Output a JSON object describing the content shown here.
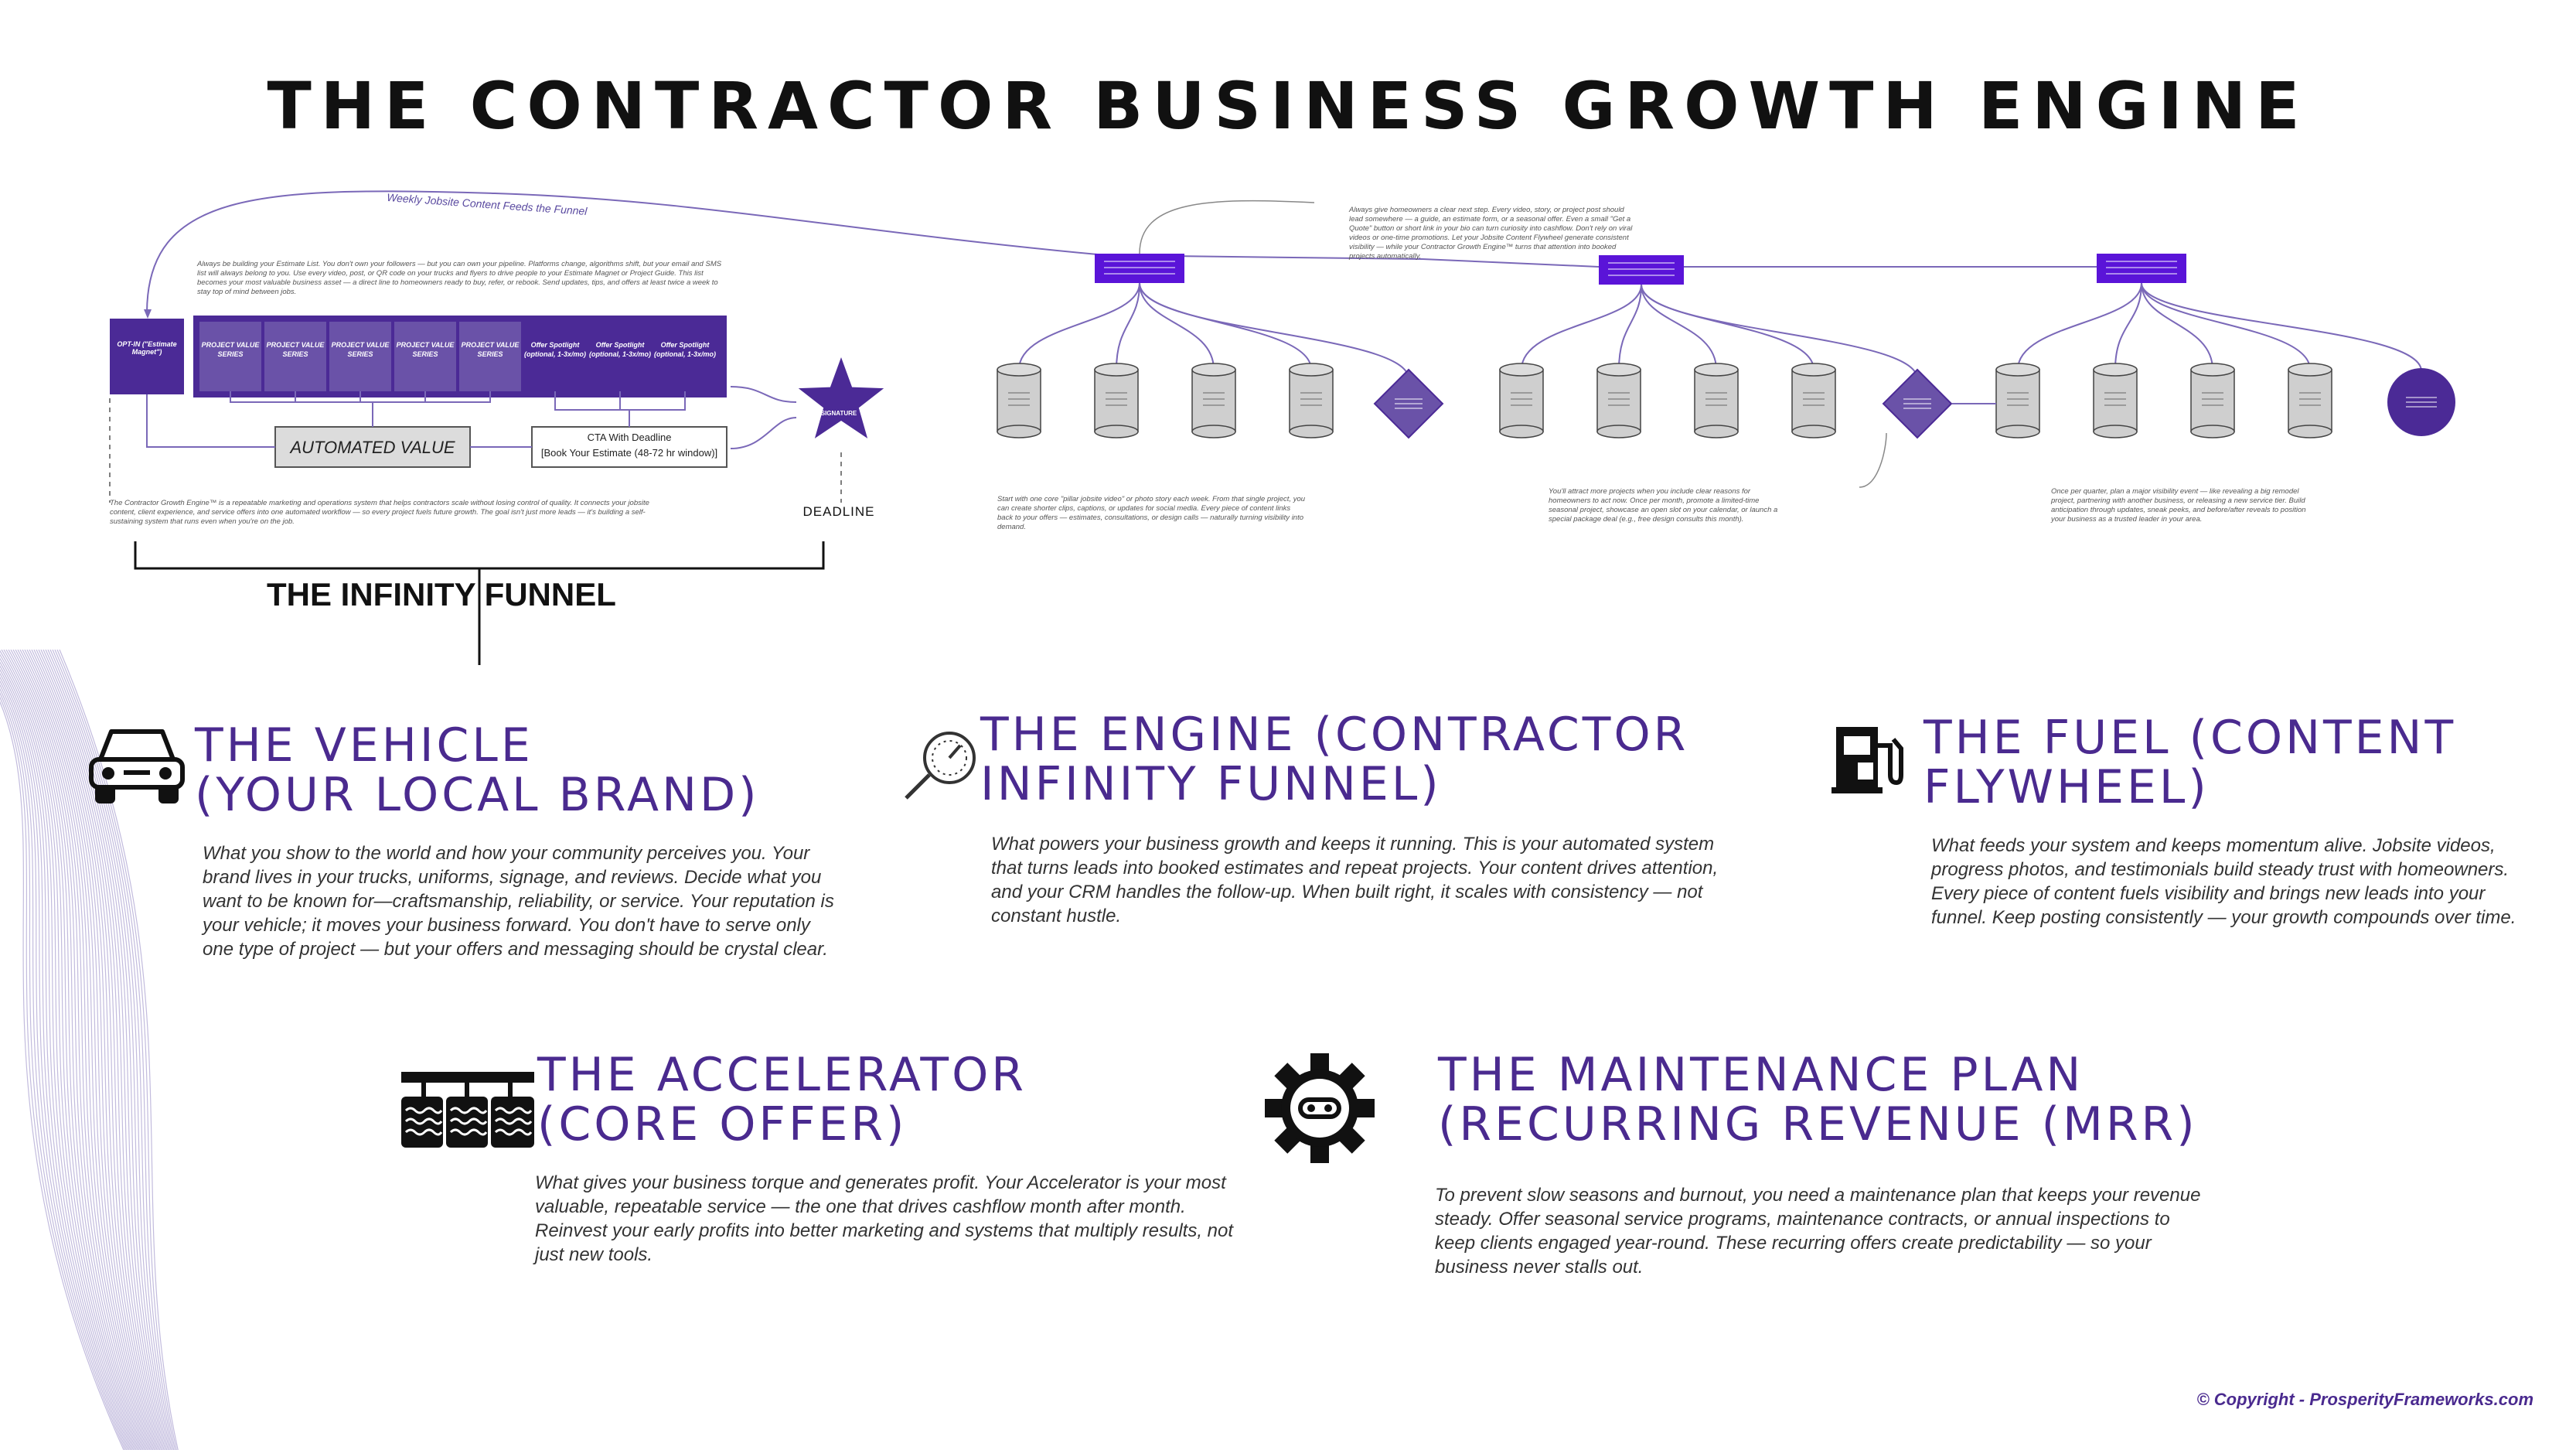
{
  "title": "THE CONTRACTOR BUSINESS GROWTH ENGINE",
  "colors": {
    "accent": "#4a2a8f",
    "box_dark": "#4b2a96",
    "box_light": "#6a52a8",
    "bright": "#5a14d8",
    "cylinder": "#cfcfcf"
  },
  "funnel": {
    "weekly_loop": "Weekly Jobsite Content Feeds the Funnel",
    "estimate_note": "Always be building your Estimate List. You don't own your followers — but you can own your pipeline. Platforms change, algorithms shift, but your email and SMS list will always belong to you. Use every video, post, or QR code on your trucks and flyers to drive people to your Estimate Magnet or Project Guide. This list becomes your most valuable business asset — a direct line to homeowners ready to buy, refer, or rebook. Send updates, tips, and offers at least twice a week to stay top of mind between jobs.",
    "optin_label": "OPT-IN (\"Estimate Magnet\")",
    "series": [
      "PROJECT VALUE SERIES",
      "PROJECT VALUE SERIES",
      "PROJECT VALUE SERIES",
      "PROJECT VALUE SERIES",
      "PROJECT VALUE SERIES",
      "Offer Spotlight (optional, 1-3x/mo)",
      "Offer Spotlight (optional, 1-3x/mo)",
      "Offer Spotlight (optional, 1-3x/mo)"
    ],
    "automated_value": "AUTOMATED VALUE",
    "cta_line1": "CTA With Deadline",
    "cta_line2": "[Book Your Estimate (48-72 hr window)]",
    "signature": "SIGNATURE",
    "deadline": "DEADLINE",
    "description": "The Contractor Growth Engine™ is a repeatable marketing and operations system that helps contractors scale without losing control of quality. It connects your jobsite content, client experience, and service offers into one automated workflow — so every project fuels future growth. The goal isn't just more leads — it's building a self-sustaining system that runs even when you're on the job.",
    "label": "THE INFINITY FUNNEL"
  },
  "flywheel": {
    "next_step_note": "Always give homeowners a clear next step. Every video, story, or project post should lead somewhere — a guide, an estimate form, or a seasonal offer. Even a small \"Get a Quote\" button or short link in your bio can turn curiosity into cashflow. Don't rely on viral videos or one-time promotions. Let your Jobsite Content Flywheel generate consistent visibility — while your Contractor Growth Engine™ turns that attention into booked projects automatically.",
    "weekly_note": "Start with one core \"pillar jobsite video\" or photo story each week. From that single project, you can create shorter clips, captions, or updates for social media. Every piece of content links back to your offers — estimates, consultations, or design calls — naturally turning visibility into demand.",
    "monthly_note": "You'll attract more projects when you include clear reasons for homeowners to act now. Once per month, promote a limited-time seasonal project, showcase an open slot on your calendar, or launch a special package deal (e.g., free design consults this month).",
    "quarterly_note": "Once per quarter, plan a major visibility event — like revealing a big remodel project, partnering with another business, or releasing a new service tier. Build anticipation through updates, sneak peeks, and before/after reveals to position your business as a trusted leader in your area."
  },
  "sections": {
    "vehicle": {
      "title1": "THE VEHICLE",
      "title2": "(YOUR LOCAL BRAND)",
      "body": "What you show to the world and how your community perceives you. Your brand lives in your trucks, uniforms, signage, and reviews. Decide what you want to be known for—craftsmanship, reliability, or service. Your reputation is your vehicle; it moves your business forward. You don't have to serve only one type of project — but your offers and messaging should be crystal clear."
    },
    "engine": {
      "title1": "THE ENGINE (CONTRACTOR",
      "title2": "INFINITY FUNNEL)",
      "body": "What powers your business growth and keeps it running. This is your automated system that turns leads into booked estimates and repeat projects. Your content drives attention, and your CRM handles the follow-up. When built right, it scales with consistency — not constant hustle."
    },
    "fuel": {
      "title1": "THE FUEL (CONTENT",
      "title2": "FLYWHEEL)",
      "body": "What feeds your system and keeps momentum alive. Jobsite videos, progress photos, and testimonials build steady trust with homeowners. Every piece of content fuels visibility and brings new leads into your funnel. Keep posting consistently — your growth compounds over time."
    },
    "accelerator": {
      "title1": "THE ACCELERATOR",
      "title2": "(CORE OFFER)",
      "body": "What gives your business torque and generates profit. Your Accelerator is your most valuable, repeatable service — the one that drives cashflow month after month. Reinvest your early profits into better marketing and systems that multiply results, not just new tools."
    },
    "maintenance": {
      "title1": "THE MAINTENANCE PLAN",
      "title2": "(RECURRING REVENUE (MRR)",
      "body": "To prevent slow seasons and burnout, you need a maintenance plan that keeps your revenue steady. Offer seasonal service programs, maintenance contracts, or annual inspections to keep clients engaged year-round. These recurring offers create predictability — so your business never stalls out."
    }
  },
  "icons": {
    "vehicle": "car-icon",
    "engine": "gauge-icon",
    "fuel": "fuel-pump-icon",
    "accelerator": "pedals-icon",
    "maintenance": "gear-icon"
  },
  "copyright": "© Copyright - ProsperityFrameworks.com"
}
